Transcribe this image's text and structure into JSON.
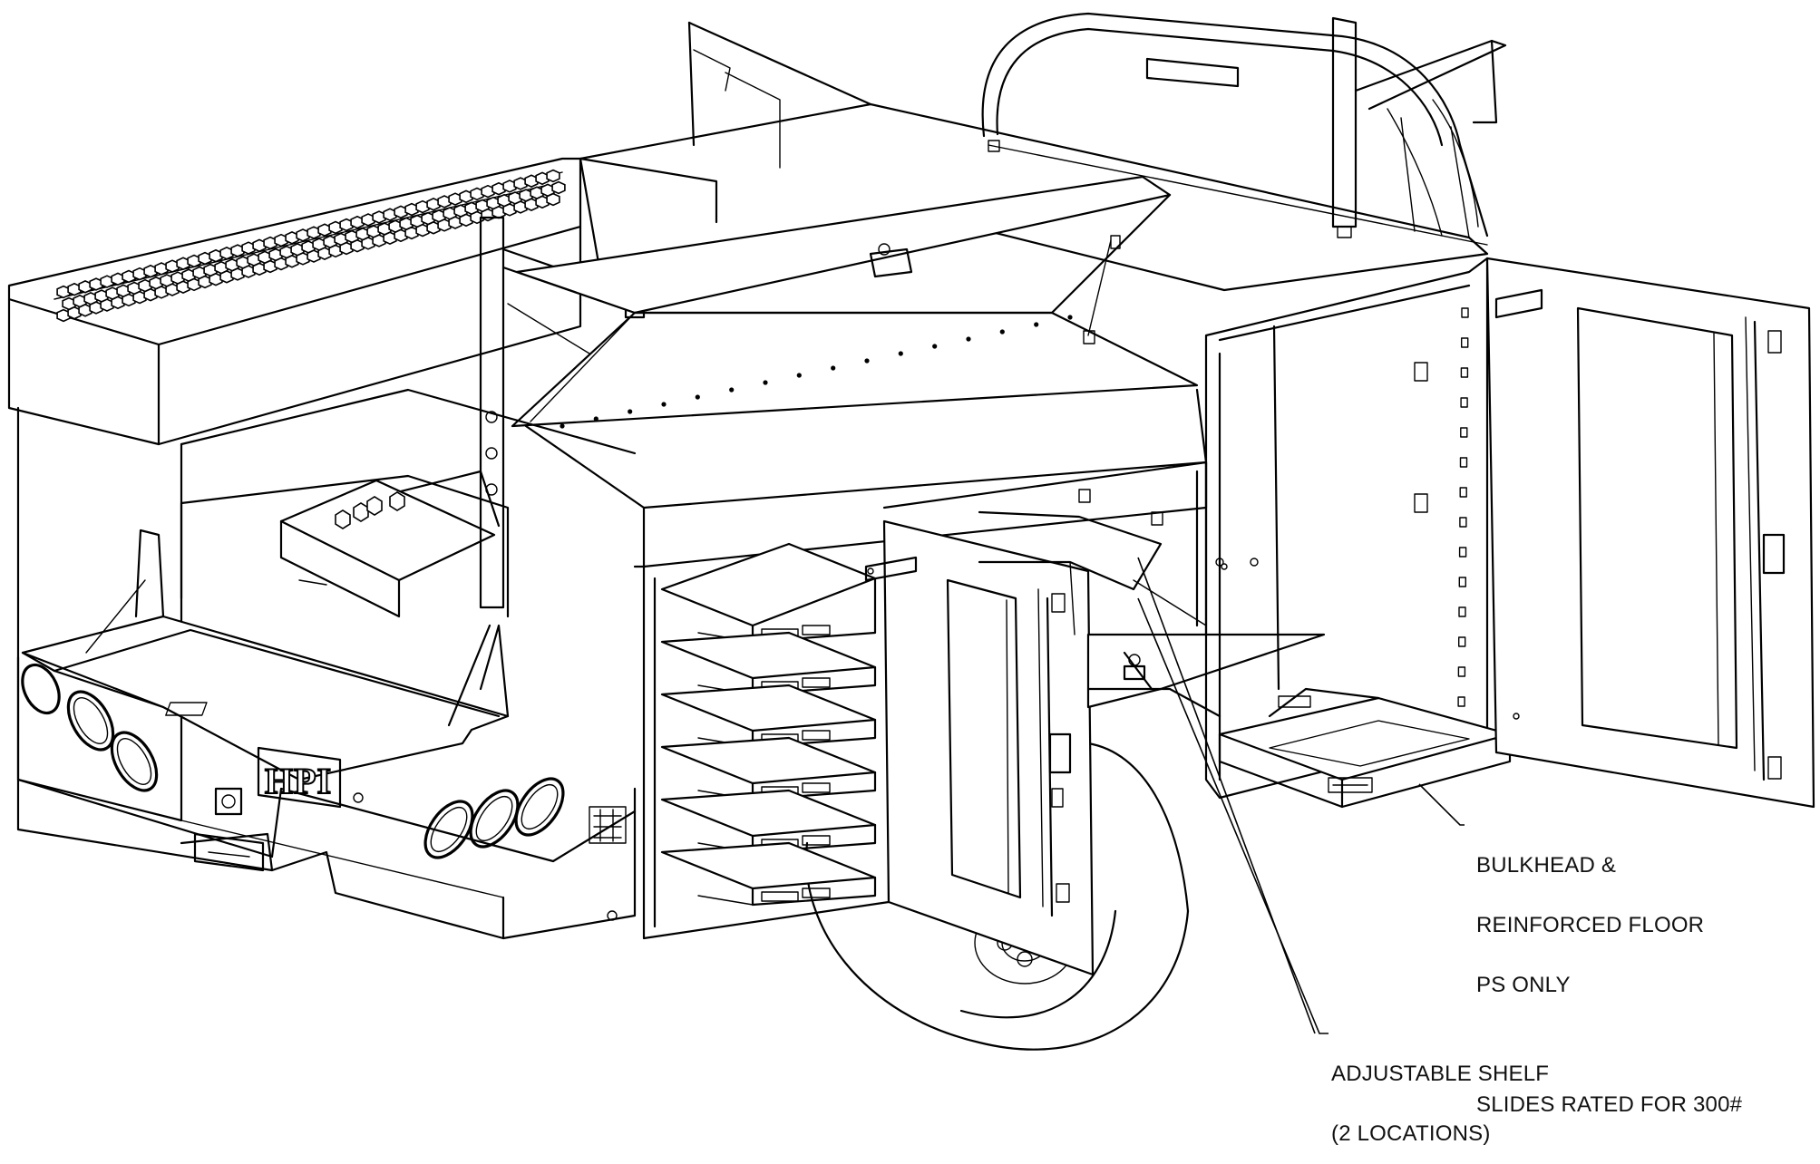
{
  "callouts": {
    "bulkhead": {
      "line1": "BULKHEAD &",
      "line2": "REINFORCED FLOOR",
      "line3": "PS ONLY",
      "line4": "SLIDES RATED FOR 300#"
    },
    "shelf": {
      "line1": "ADJUSTABLE SHELF",
      "line2": "(2 LOCATIONS)"
    }
  },
  "logo": {
    "text": "HPI"
  },
  "colors": {
    "ink": "#000000",
    "paper": "#ffffff"
  }
}
